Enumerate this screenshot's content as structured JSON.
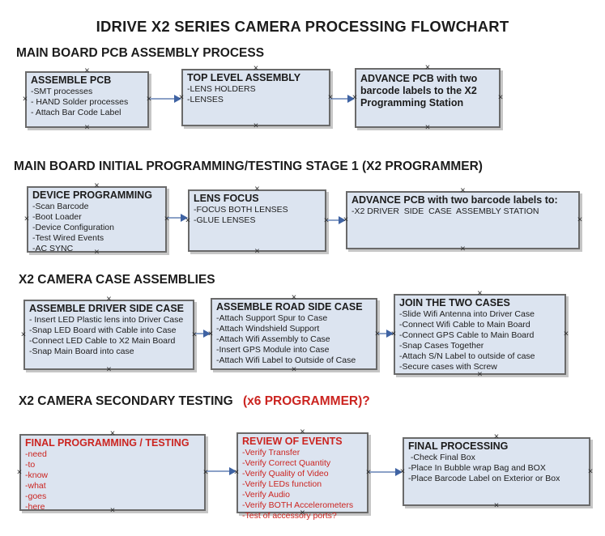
{
  "title": "IDRIVE X2  SERIES CAMERA PROCESSING FLOWCHART",
  "colors": {
    "box_fill": "#dce4f0",
    "box_border": "#6a6a6a",
    "box_shadow": "#c6c6c6",
    "arrow_line": "#8ba1c7",
    "arrow_head": "#3f63a3",
    "red": "#cb2420",
    "ink": "#1c1c1c"
  },
  "sections": [
    {
      "heading": "MAIN BOARD PCB ASSEMBLY PROCESS",
      "boxes": [
        {
          "title": "ASSEMBLE PCB",
          "items": [
            "-SMT processes",
            "- HAND Solder processes",
            "- Attach Bar Code Label"
          ]
        },
        {
          "title": "TOP LEVEL ASSEMBLY",
          "items": [
            "-LENS HOLDERS",
            "-LENSES"
          ]
        },
        {
          "title": "ADVANCE PCB with two barcode labels to the X2 Programming Station",
          "items": []
        }
      ]
    },
    {
      "heading": "MAIN BOARD INITIAL PROGRAMMING/TESTING STAGE 1 (X2 PROGRAMMER)",
      "boxes": [
        {
          "title": "DEVICE PROGRAMMING",
          "items": [
            "-Scan Barcode",
            "-Boot Loader",
            "-Device Configuration",
            "-Test Wired Events",
            "-AC SYNC"
          ]
        },
        {
          "title": "LENS FOCUS",
          "items": [
            "-FOCUS BOTH LENSES",
            "-GLUE LENSES"
          ]
        },
        {
          "title": "ADVANCE PCB with two barcode labels to:",
          "items": [
            "-X2 DRIVER  SIDE  CASE  ASSEMBLY STATION"
          ]
        }
      ]
    },
    {
      "heading": "X2 CAMERA CASE ASSEMBLIES",
      "boxes": [
        {
          "title": "ASSEMBLE DRIVER SIDE CASE",
          "items": [
            "- Insert LED Plastic lens into Driver Case",
            "-Snap LED Board with Cable into Case",
            "-Connect LED Cable to X2 Main Board",
            "-Snap Main Board into case"
          ]
        },
        {
          "title": "ASSEMBLE ROAD SIDE CASE",
          "items": [
            "-Attach Support Spur to Case",
            "-Attach Windshield Support",
            "-Attach Wifi Assembly to Case",
            "-Insert GPS Module into Case",
            "-Attach Wifi Label to Outside of Case"
          ]
        },
        {
          "title": "JOIN THE TWO CASES",
          "items": [
            "-Slide Wifi Antenna into Driver Case",
            "-Connect Wifi Cable to Main Board",
            "-Connect GPS Cable to Main Board",
            "-Snap Cases Together",
            "-Attach S/N Label to outside of case",
            "-Secure cases with Screw"
          ]
        }
      ]
    },
    {
      "heading": "X2 CAMERA SECONDARY TESTING",
      "heading_red": "(x6 PROGRAMMER)?",
      "boxes": [
        {
          "title": "FINAL PROGRAMMING / TESTING",
          "items": [
            "-need",
            "-to",
            "-know",
            "-what",
            "-goes",
            "-here"
          ]
        },
        {
          "title": "REVIEW OF EVENTS",
          "items": [
            "-Verify Transfer",
            "-Verify Correct Quantity",
            "-Verify Quality of Video",
            "-Verify LEDs function",
            "-Verify Audio",
            "-Verify BOTH Accelerometers",
            "-Test of accessory ports?"
          ]
        },
        {
          "title": "FINAL PROCESSING",
          "items": [
            " -Check Final Box",
            "-Place In Bubble wrap Bag and BOX",
            "-Place Barcode Label on Exterior or Box"
          ]
        }
      ]
    }
  ]
}
